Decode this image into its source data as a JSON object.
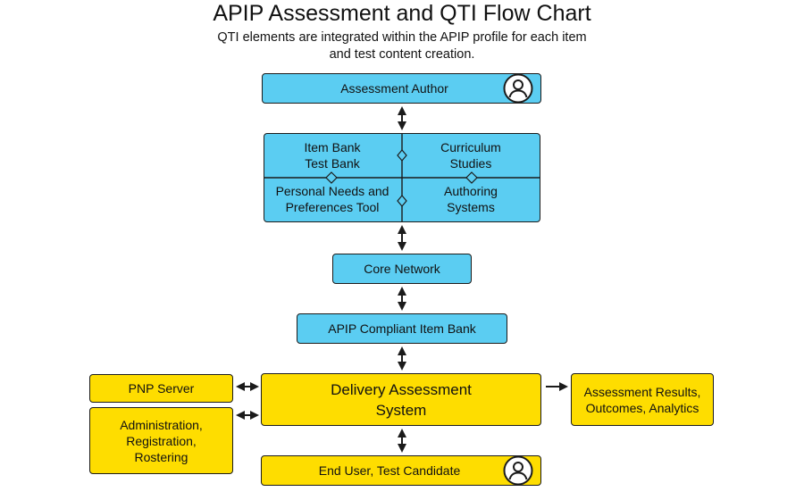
{
  "header": {
    "title": "APIP Assessment and QTI Flow Chart",
    "subtitle_line1": "QTI elements are integrated within the APIP profile for each item",
    "subtitle_line2": "and test content creation."
  },
  "nodes": {
    "assessment_author": "Assessment Author",
    "item_bank_line1": "Item Bank",
    "item_bank_line2": "Test Bank",
    "curriculum_line1": "Curriculum",
    "curriculum_line2": "Studies",
    "pnp_tool_line1": "Personal Needs and",
    "pnp_tool_line2": "Preferences Tool",
    "authoring_line1": "Authoring",
    "authoring_line2": "Systems",
    "core_network": "Core Network",
    "apip_item_bank": "APIP Compliant Item Bank",
    "delivery_line1": "Delivery Assessment",
    "delivery_line2": "System",
    "pnp_server": "PNP Server",
    "admin_line1": "Administration,",
    "admin_line2": "Registration,",
    "admin_line3": "Rostering",
    "results_line1": "Assessment Results,",
    "results_line2": "Outcomes, Analytics",
    "end_user": "End User, Test Candidate"
  },
  "icons": {
    "author": "user-circle-icon",
    "end_user": "user-circle-icon",
    "connectors": "double-arrow-icon"
  },
  "colors": {
    "blue": "#5bcdf2",
    "yellow": "#fedd00",
    "line": "#1b1b1b"
  }
}
